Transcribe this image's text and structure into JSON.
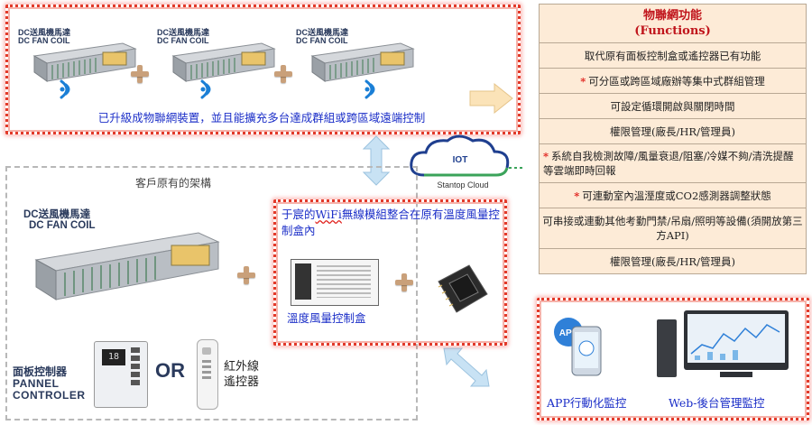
{
  "top_box": {
    "fan_coils": [
      {
        "name_cn": "DC送風機馬達",
        "name_en": "DC FAN COIL"
      },
      {
        "name_cn": "DC送風機馬達",
        "name_en": "DC FAN COIL"
      },
      {
        "name_cn": "DC送風機馬達",
        "name_en": "DC FAN COIL"
      }
    ],
    "caption": "已升級成物聯網裝置，並且能擴充多台達成群組或跨區域遠端控制"
  },
  "legacy_box": {
    "title": "客戶原有的架構",
    "fan_name_cn": "DC送風機馬達",
    "fan_name_en": "DC FAN COIL",
    "panel_cn": "面板控制器",
    "panel_en_1": "PANNEL",
    "panel_en_2": "CONTROLER",
    "or_text": "OR",
    "remote_label": "紅外線遙控器",
    "panel_display": "18"
  },
  "wifi_box": {
    "text_prefix": "于宸的",
    "text_highlight": "WiFi",
    "text_suffix": "無線模組整合在原有溫度風量控制盒內",
    "controller_label": "溫度風量控制盒"
  },
  "cloud": {
    "title": "IOT",
    "subtitle": "Stantop Cloud"
  },
  "functions": {
    "title": "物聯網功能",
    "subtitle": "(Functions)",
    "items": [
      {
        "text": "取代原有面板控制盒或遙控器已有功能",
        "star": false
      },
      {
        "text": "可分區或跨區域廠辦等集中式群組管理",
        "star": true
      },
      {
        "text": "可設定循環開啟與關閉時間",
        "star": false
      },
      {
        "text": "權限管理(廠長/HR/管理員)",
        "star": false
      },
      {
        "text": "系統自我檢測故障/風量衰退/阻塞/冷媒不夠/清洗提醒等雲端即時回報",
        "star": true
      },
      {
        "text": "可連動室內溫溼度或CO2感測器調整狀態",
        "star": true
      },
      {
        "text": "可串接或連動其他考勤門禁/吊扇/照明等設備(須開放第三方API)",
        "star": false
      },
      {
        "text": "權限管理(廠長/HR/管理員)",
        "star": false
      }
    ]
  },
  "monitor_box": {
    "app_label": "APP行動化監控",
    "web_label": "Web-後台管理監控"
  }
}
